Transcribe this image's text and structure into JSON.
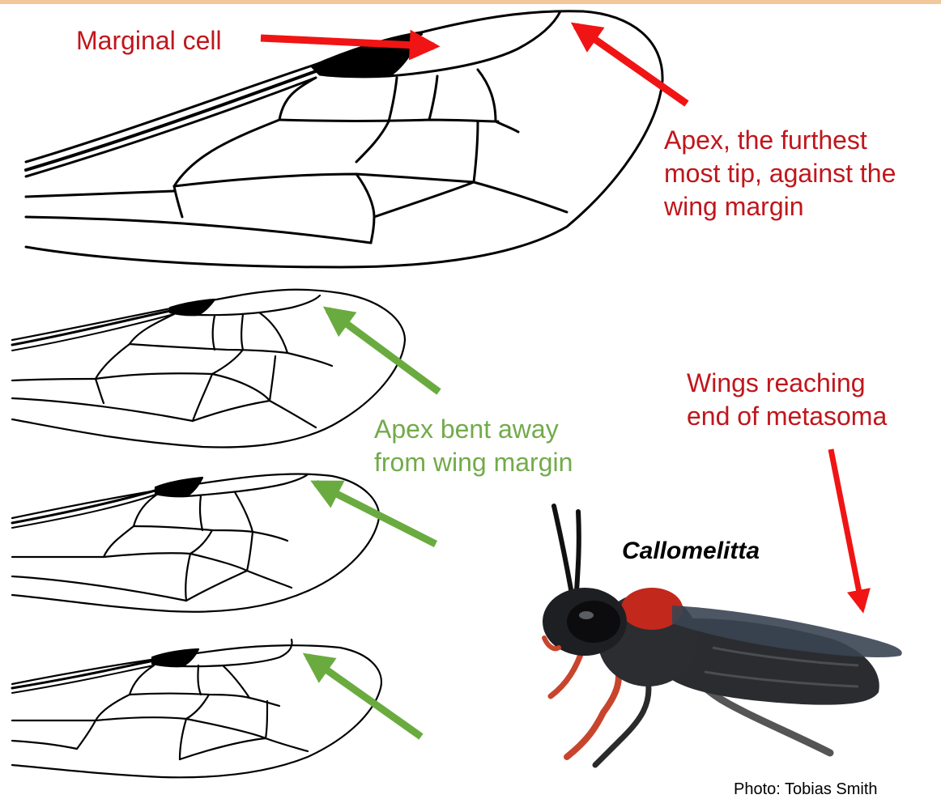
{
  "colors": {
    "top_bar": "#f2c89a",
    "red_text": "#c0161c",
    "red_arrow": "#f01414",
    "green_text": "#72ab4a",
    "green_arrow": "#6aab3f",
    "vein": "#000000"
  },
  "labels": {
    "marginal_cell": "Marginal cell",
    "apex_lines": [
      "Apex, the furthest",
      "most tip, against the",
      "wing margin"
    ],
    "bent_lines": [
      "Apex bent away",
      "from wing margin"
    ],
    "wings_lines": [
      "Wings reaching",
      "end of metasoma"
    ],
    "species": "Callomelitta",
    "photo_credit": "Photo: Tobias Smith"
  }
}
